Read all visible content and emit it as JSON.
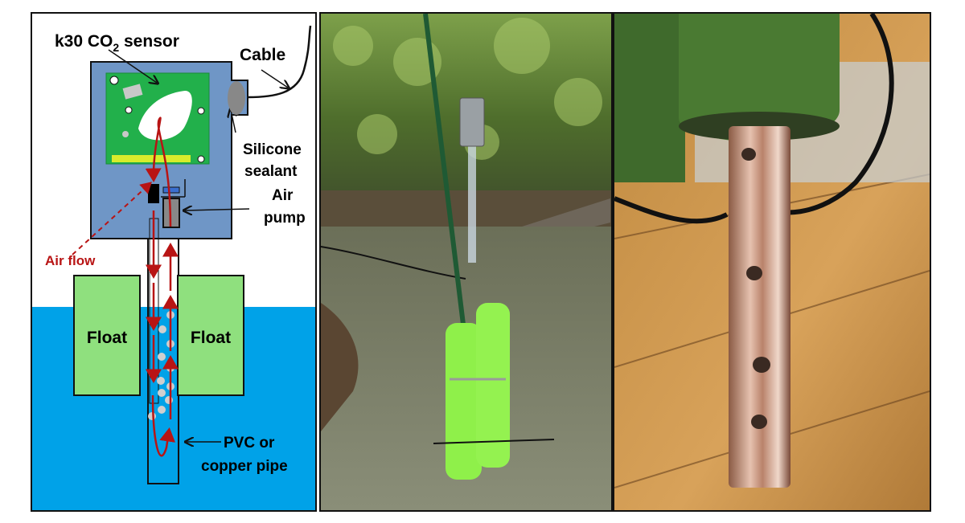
{
  "figure": {
    "panels": [
      {
        "id": "diagram",
        "type": "schematic"
      },
      {
        "id": "field-photo",
        "type": "photo",
        "description": "Floating CO2 sensor with green foam floats deployed in a stream"
      },
      {
        "id": "pipe-photo",
        "type": "photo",
        "description": "Close-up of perforated copper pipe below foam float"
      }
    ]
  },
  "diagram": {
    "labels": {
      "sensor_prefix": "k30 CO",
      "sensor_sub": "2",
      "sensor_suffix": " sensor",
      "cable": "Cable",
      "silicone_line1": "Silicone",
      "silicone_line2": "sealant",
      "pump_line1": "Air",
      "pump_line2": "pump",
      "airflow": "Air flow",
      "float_left": "Float",
      "float_right": "Float",
      "pipe_line1": "PVC or",
      "pipe_line2": "copper pipe"
    },
    "colors": {
      "water": "#00a2e8",
      "housing": "#6f96c6",
      "board": "#22b04b",
      "float": "#8fe07e",
      "airflow": "#b81414",
      "strip": "#d8ec2c",
      "sealant": "#888888"
    }
  }
}
